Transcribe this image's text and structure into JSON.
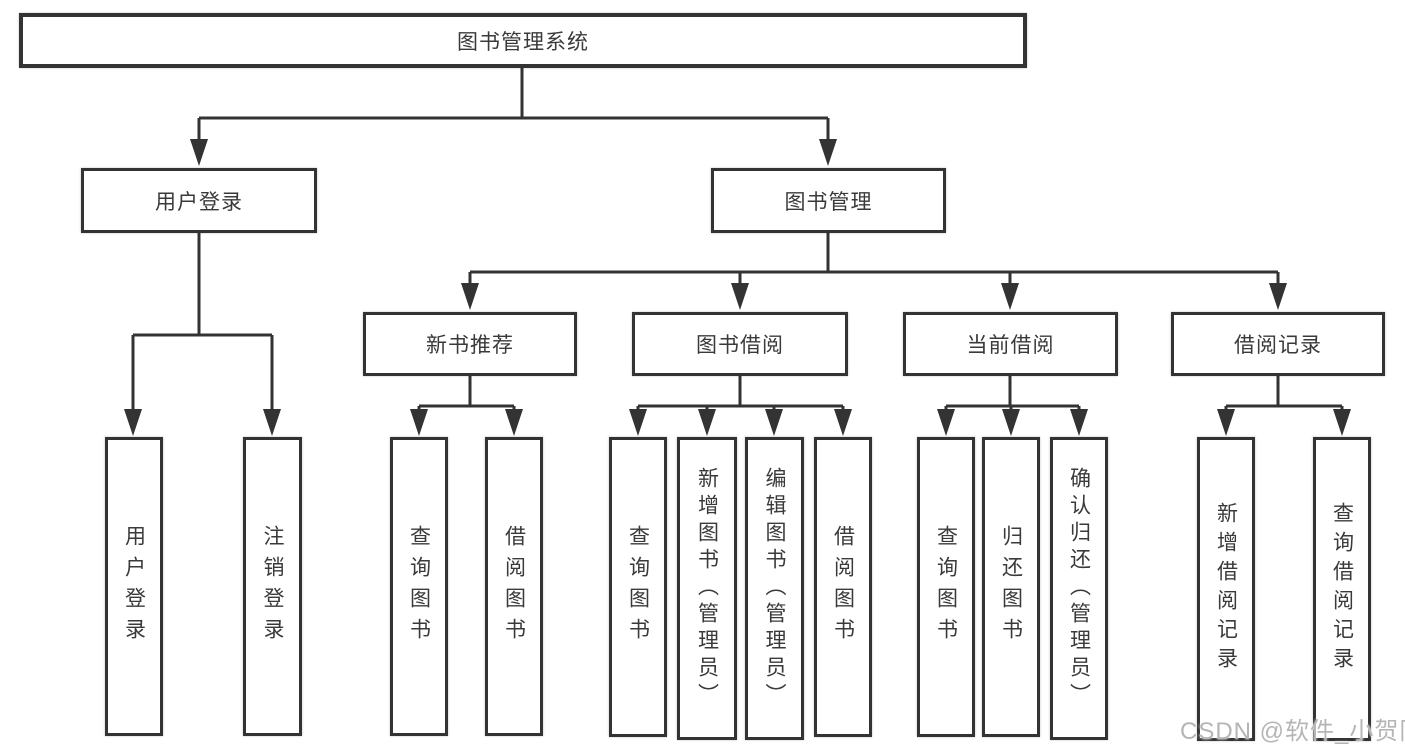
{
  "colors": {
    "background": "#ffffff",
    "box_border": "#333333",
    "connector_line": "#333333",
    "text": "#3a3a3a",
    "watermark_text": "#b5b5b5"
  },
  "watermark": {
    "text": "CSDN @软件_小贺同学"
  },
  "diagram": {
    "root": {
      "label": "图书管理系统"
    },
    "level1": {
      "user_login": {
        "label": "用户登录",
        "children": [
          "用户登录",
          "注销登录"
        ]
      },
      "book_management": {
        "label": "图书管理",
        "sections": {
          "new_book_recommend": {
            "label": "新书推荐",
            "children": [
              "查询图书",
              "借阅图书"
            ]
          },
          "book_borrowing": {
            "label": "图书借阅",
            "children": [
              "查询图书",
              "新增图书（管理员）",
              "编辑图书（管理员）",
              "借阅图书"
            ]
          },
          "current_borrowing": {
            "label": "当前借阅",
            "children": [
              "查询图书",
              "归还图书",
              "确认归还（管理员）"
            ]
          },
          "borrowing_records": {
            "label": "借阅记录",
            "children": [
              "新增借阅记录",
              "查询借阅记录"
            ]
          }
        }
      }
    }
  }
}
